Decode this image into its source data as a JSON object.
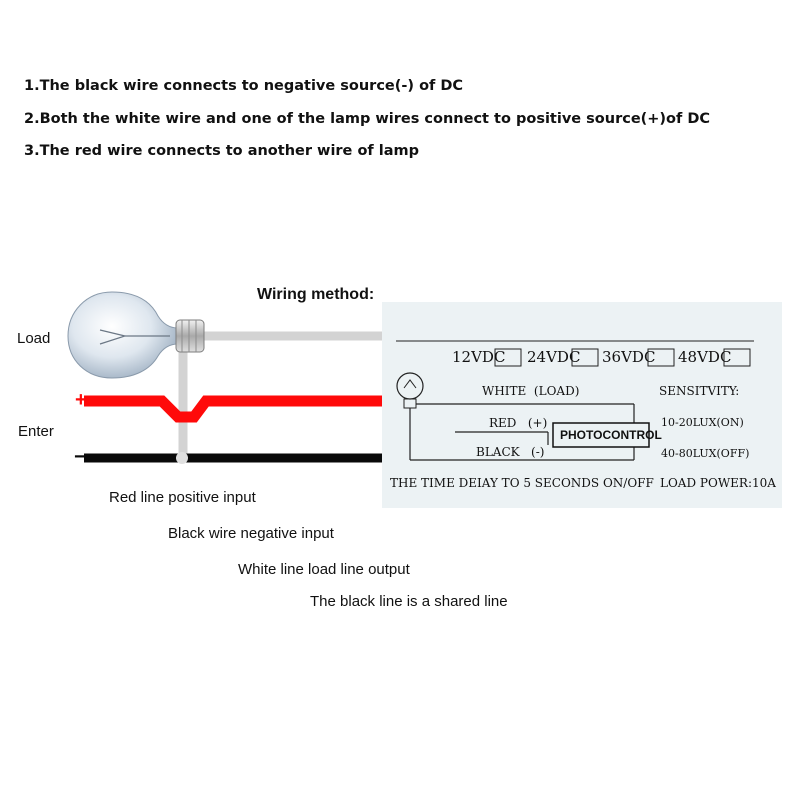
{
  "notes": [
    "1.The black wire connects to negative source(-) of DC",
    "2.Both the white wire and one of the lamp wires connect to positive source(+)of DC",
    "3.The red wire connects to another wire of lamp"
  ],
  "diagram": {
    "title": "Wiring method:",
    "load_label": "Load",
    "enter_label": "Enter",
    "plus_sign": "+",
    "minus_sign": "−"
  },
  "label_plate": {
    "voltages": [
      "12VDC",
      "24VDC",
      "36VDC",
      "48VDC"
    ],
    "white": "WHITE  (LOAD)",
    "red": "RED   (+)",
    "black": "BLACK   (-)",
    "photocontrol": "PHOTOCONTROL",
    "sensitivity": "SENSITVITY:",
    "on": "10-20LUX(ON)",
    "off": "40-80LUX(OFF)",
    "delay": "THE TIME DEIAY TO 5 SECONDS ON/OFF",
    "load_power": "LOAD POWER:10A"
  },
  "captions": [
    "Red line positive input",
    "Black wire negative input",
    "White line load line output",
    "The black line is a shared line"
  ]
}
